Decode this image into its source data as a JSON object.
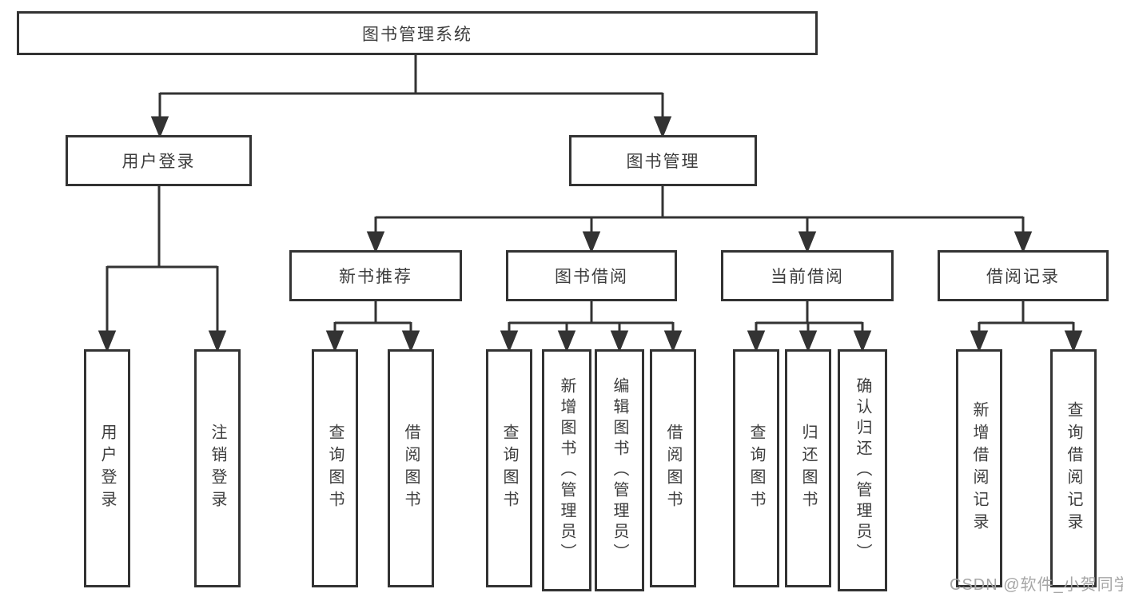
{
  "diagram": {
    "root": "图书管理系统",
    "level2": [
      {
        "label": "用户登录"
      },
      {
        "label": "图书管理"
      }
    ],
    "level3": [
      {
        "label": "新书推荐"
      },
      {
        "label": "图书借阅"
      },
      {
        "label": "当前借阅"
      },
      {
        "label": "借阅记录"
      }
    ],
    "leaves": [
      {
        "label": "用户登录"
      },
      {
        "label": "注销登录"
      },
      {
        "label": "查询图书"
      },
      {
        "label": "借阅图书"
      },
      {
        "label": "查询图书"
      },
      {
        "label": "新增图书（管理员）"
      },
      {
        "label": "编辑图书（管理员）"
      },
      {
        "label": "借阅图书"
      },
      {
        "label": "查询图书"
      },
      {
        "label": "归还图书"
      },
      {
        "label": "确认归还（管理员）"
      },
      {
        "label": "新增借阅记录"
      },
      {
        "label": "查询借阅记录"
      }
    ]
  },
  "watermark": "CSDN @软件_小贺同学",
  "colors": {
    "line": "#333333",
    "text": "#3d3d3d",
    "watermark": "#a6a6a6",
    "background": "#ffffff"
  }
}
